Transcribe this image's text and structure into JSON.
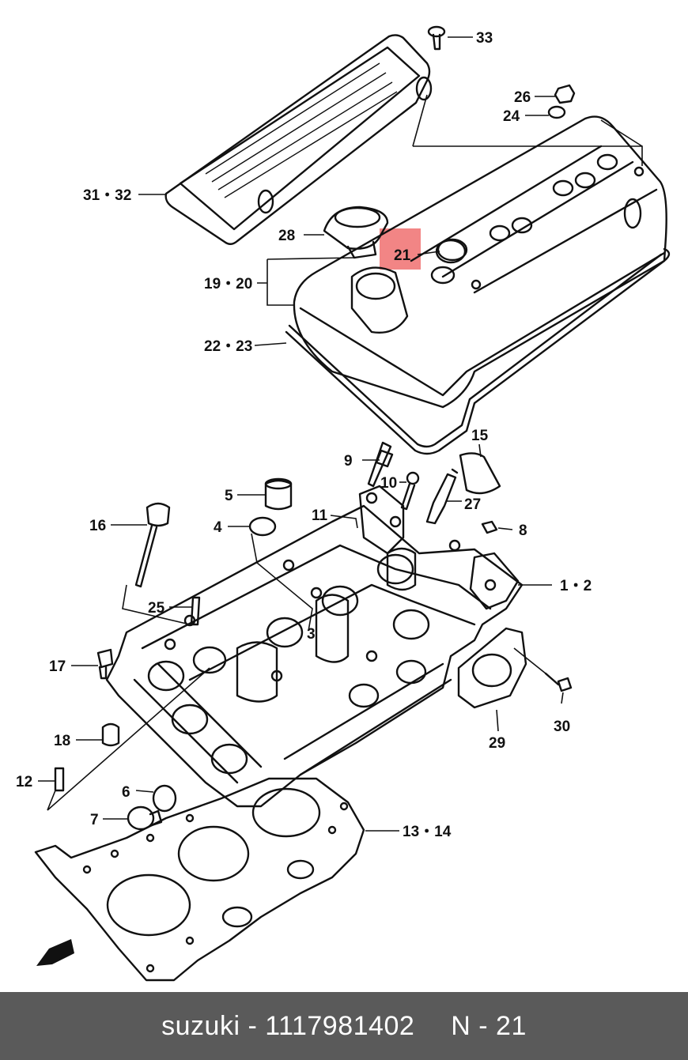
{
  "labels": {
    "l33": "33",
    "l26": "26",
    "l24": "24",
    "l3132": "31・32",
    "l28": "28",
    "l21": "21",
    "l1920": "19・20",
    "l2223": "22・23",
    "l15": "15",
    "l9": "9",
    "l10": "10",
    "l27": "27",
    "l5": "5",
    "l11": "11",
    "l16": "16",
    "l4": "4",
    "l8": "8",
    "l12b": "1・2",
    "l25": "25",
    "l17": "17",
    "l30": "30",
    "l18": "18",
    "l29": "29",
    "l12": "12",
    "l6": "6",
    "l7": "7",
    "l1314": "13・14",
    "l3": "3"
  },
  "highlight": {
    "part": "21",
    "color": "#f06a6a"
  },
  "footer": {
    "brand_part": "suzuki - 1117981402",
    "ref": "N - 21",
    "bg": "#5a5a5a"
  }
}
